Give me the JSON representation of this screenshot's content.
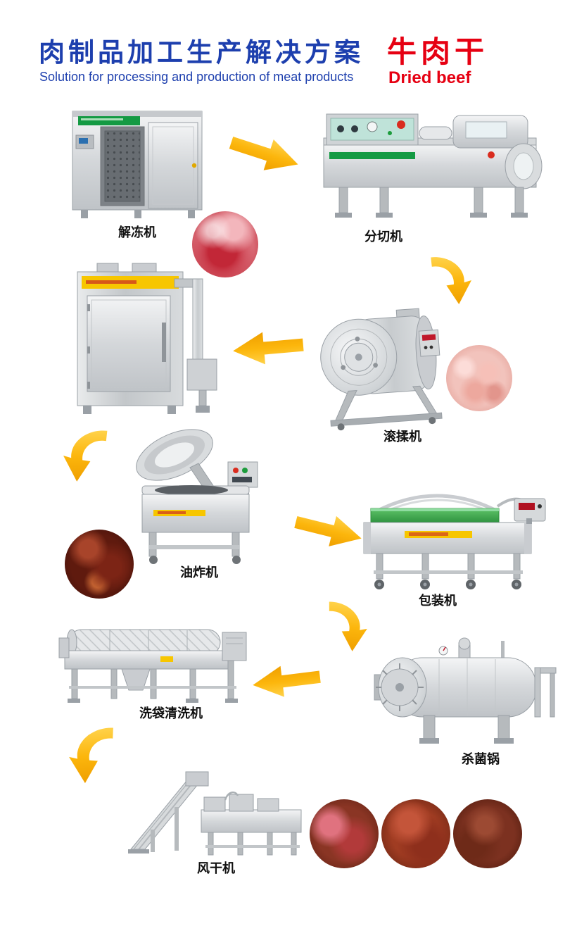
{
  "header": {
    "title_cn": "肉制品加工生产解决方案",
    "subtitle_en": "Solution for processing and production of meat products",
    "product_cn": "牛肉干",
    "product_en": "Dried beef"
  },
  "machines": {
    "thawing": {
      "label": "解冻机"
    },
    "cutting": {
      "label": "分切机"
    },
    "tumbler": {
      "label": "滚揉机"
    },
    "fryer": {
      "label": "油炸机"
    },
    "packaging": {
      "label": "包装机"
    },
    "bag_washer": {
      "label": "洗袋清洗机"
    },
    "sterilizer": {
      "label": "杀菌锅"
    },
    "dryer": {
      "label": "风干机"
    }
  },
  "colors": {
    "title_blue": "#1d3fae",
    "accent_red": "#e60012",
    "arrow_gold": "#fbb70c",
    "logo_green": "#149a43",
    "logo_yellow": "#f7c600",
    "belt_green": "#3aaa4e"
  },
  "icons": {
    "flow_arrows": [
      "flow-arrow-right",
      "flow-arrow-curved-down-right",
      "flow-arrow-left",
      "flow-arrow-curved-down-left",
      "flow-arrow-right",
      "flow-arrow-curved-down-right",
      "flow-arrow-left",
      "flow-arrow-curved-down-left"
    ]
  },
  "photos": {
    "raw_beef": "raw-beef-photo",
    "minced_beef": "marinated-beef-photo",
    "fried_beef": "fried-beef-photo",
    "dried_beef_1": "dried-beef-photo-1",
    "dried_beef_2": "dried-beef-photo-2",
    "dried_beef_3": "dried-beef-photo-3"
  }
}
